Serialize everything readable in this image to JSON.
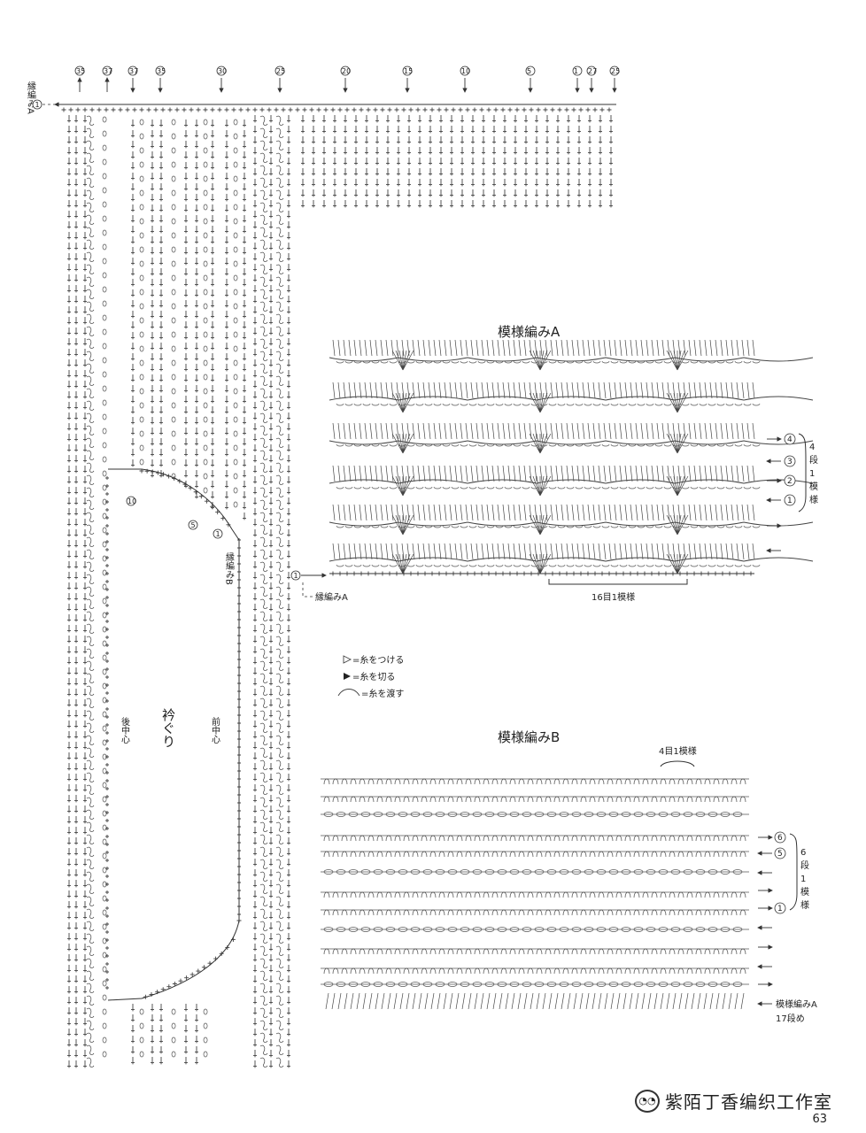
{
  "main_chart": {
    "edge_label": "縁編みA",
    "col_numbers": [
      "35",
      "37",
      "37",
      "35",
      "30",
      "25",
      "20",
      "15",
      "10",
      "5",
      "1",
      "27",
      "25"
    ],
    "neck_label": "衿ぐり",
    "back_center": "後中心",
    "front_center": "前中心",
    "edge_b_label": "縁編みB",
    "marker_10": "10",
    "marker_5": "5",
    "marker_1": "1",
    "bottom_marker_1": "1",
    "bottom_edge_label": "縁編みA"
  },
  "pattern_a": {
    "title": "模様編みA",
    "rows": [
      "4",
      "3",
      "2",
      "1"
    ],
    "repeat_rows": "4段1模様",
    "repeat_rows_chars": [
      "4",
      "段",
      "1",
      "模",
      "様"
    ],
    "repeat_sts": "16目1模様"
  },
  "legend": {
    "attach": "=糸をつける",
    "cut": "=糸を切る",
    "carry": "=糸を渡す"
  },
  "pattern_b": {
    "title": "模様編みB",
    "repeat_sts": "4目1模様",
    "rows": [
      "6",
      "5",
      "1"
    ],
    "repeat_rows": "6段1模様",
    "repeat_rows_chars": [
      "6",
      "段",
      "1",
      "模",
      "様"
    ],
    "from_label": "模様編みA",
    "from_row": "17段め"
  },
  "watermark": {
    "text": "紫陌丁香编织工作室",
    "icon": "wechat-icon"
  },
  "page_number": "63"
}
